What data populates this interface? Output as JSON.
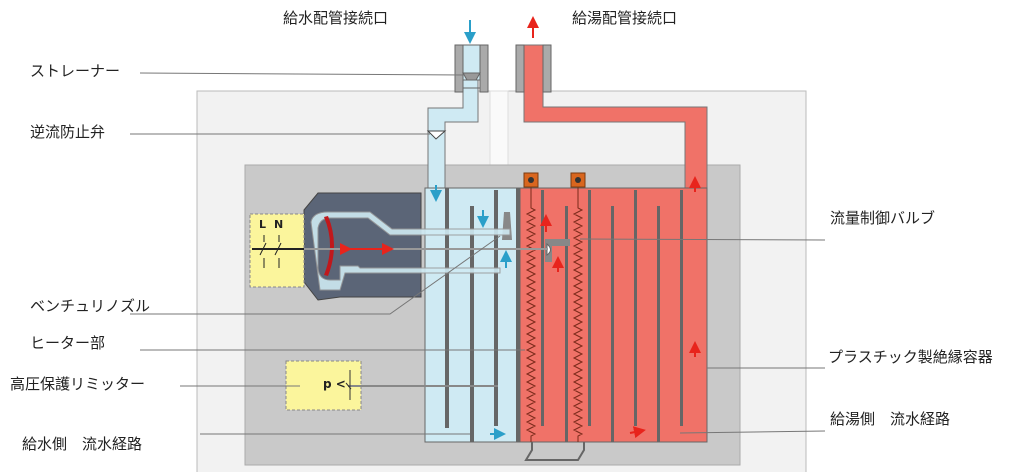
{
  "labels": {
    "water_inlet": "給水配管接続口",
    "hot_outlet": "給湯配管接続口",
    "strainer": "ストレーナー",
    "check_valve": "逆流防止弁",
    "flow_control_valve": "流量制御バルブ",
    "venturi_nozzle": "ベンチュリノズル",
    "heater": "ヒーター部",
    "plastic_container": "プラスチック製絶縁容器",
    "high_pressure_limiter": "高圧保護リミッター",
    "hot_side_path": "給湯側　流水経路",
    "cold_side_path": "給水側　流水経路"
  },
  "switch_box": {
    "l": "L",
    "n": "N"
  },
  "pressure_box": {
    "text": "p <"
  },
  "colors": {
    "cold": "#cfeaf3",
    "hot": "#f07268",
    "body": "#5b6577",
    "switch": "#fbf59c",
    "cold_arrow": "#2a9fc9",
    "hot_arrow": "#e8241c"
  }
}
